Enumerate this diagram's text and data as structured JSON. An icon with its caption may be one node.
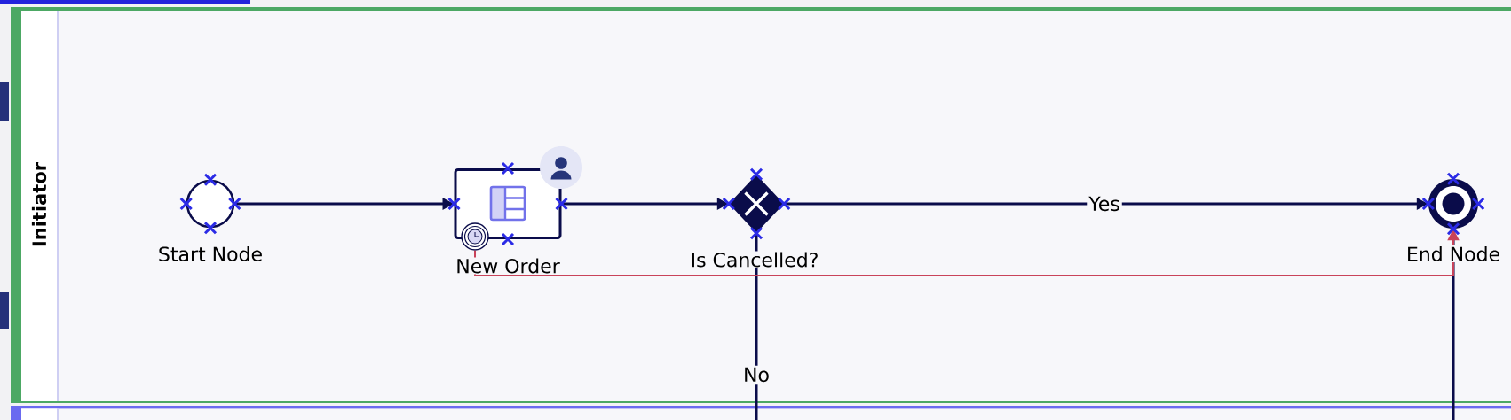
{
  "diagram": {
    "nodes": [
      {
        "text": [
          "Initiator"
        ]
      },
      {
        "text": [],
        "shape": "circle",
        "in": 0,
        "beside": [
          "Start Node"
        ]
      },
      {
        "text": [],
        "shape": "box",
        "in": 0
      },
      {
        "text": [],
        "shape": "diamond",
        "in": 0,
        "beside": [
          "Is Cancelled?"
        ]
      },
      {
        "text": [],
        "shape": "circle",
        "in": 0,
        "beside": [
          "End Node"
        ]
      },
      {
        "text": [],
        "shape": "circle",
        "in": 0
      },
      {
        "text": [],
        "shape": "box"
      }
    ],
    "edges": [
      {
        "from": 1,
        "to": 2,
        "arrow": "to"
      },
      {
        "from": 2,
        "to": 3,
        "arrow": "to"
      },
      {
        "from": 3,
        "to": 4,
        "arrow": "to",
        "label": "Yes"
      },
      {
        "from": 3,
        "to": 6,
        "arrow": "none",
        "label": "No"
      },
      {
        "from": 5,
        "to": 4,
        "arrow": "to",
        "color": "#c9435a"
      },
      {
        "from": 6,
        "to": 4,
        "arrow": "none"
      }
    ],
    "labels": [
      "New Order"
    ]
  }
}
